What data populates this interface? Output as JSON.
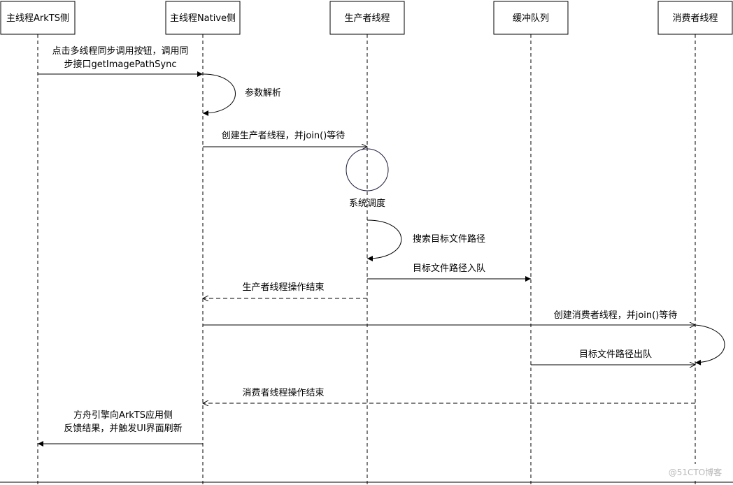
{
  "participants": [
    {
      "id": "arkts",
      "label": "主线程ArkTS侧"
    },
    {
      "id": "native",
      "label": "主线程Native侧"
    },
    {
      "id": "producer",
      "label": "生产者线程"
    },
    {
      "id": "queue",
      "label": "缓冲队列"
    },
    {
      "id": "consumer",
      "label": "消费者线程"
    }
  ],
  "messages": {
    "m1": {
      "lines": [
        "点击多线程同步调用按钮，调用同",
        "步接口getImagePathSync"
      ]
    },
    "m2": {
      "lines": [
        "参数解析"
      ]
    },
    "m3": {
      "lines": [
        "创建生产者线程，并join()等待"
      ]
    },
    "m4": {
      "lines": [
        "系统调度"
      ]
    },
    "m5": {
      "lines": [
        "搜索目标文件路径"
      ]
    },
    "m6": {
      "lines": [
        "目标文件路径入队"
      ]
    },
    "m7": {
      "lines": [
        "生产者线程操作结束"
      ]
    },
    "m8": {
      "lines": [
        "创建消费者线程，并join()等待"
      ]
    },
    "m9": {
      "lines": [
        "目标文件路径出队"
      ]
    },
    "m10": {
      "lines": [
        "消费者线程操作结束"
      ]
    },
    "m11": {
      "lines": [
        "方舟引擎向ArkTS应用侧",
        "反馈结果，并触发UI界面刷新"
      ]
    }
  },
  "watermark": "@51CTO博客"
}
